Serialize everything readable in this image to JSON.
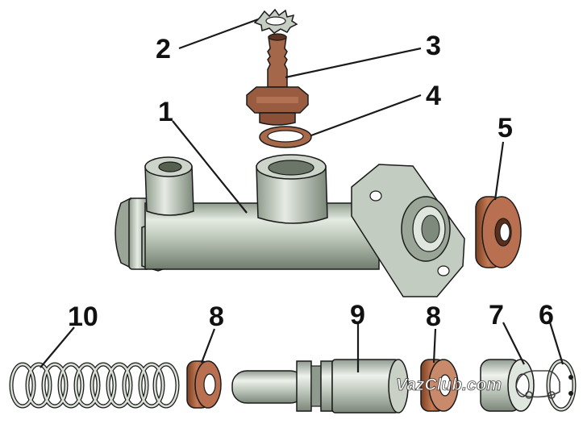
{
  "labels": {
    "l1": "1",
    "l2": "2",
    "l3": "3",
    "l4": "4",
    "l5": "5",
    "l6": "6",
    "l7": "7",
    "l8a": "8",
    "l8b": "8",
    "l9": "9",
    "l10": "10"
  },
  "watermark": "VazClub.com",
  "colors": {
    "metal": "#b9c4b6",
    "rubber": "#b06844",
    "outline": "#1a1a1a"
  }
}
